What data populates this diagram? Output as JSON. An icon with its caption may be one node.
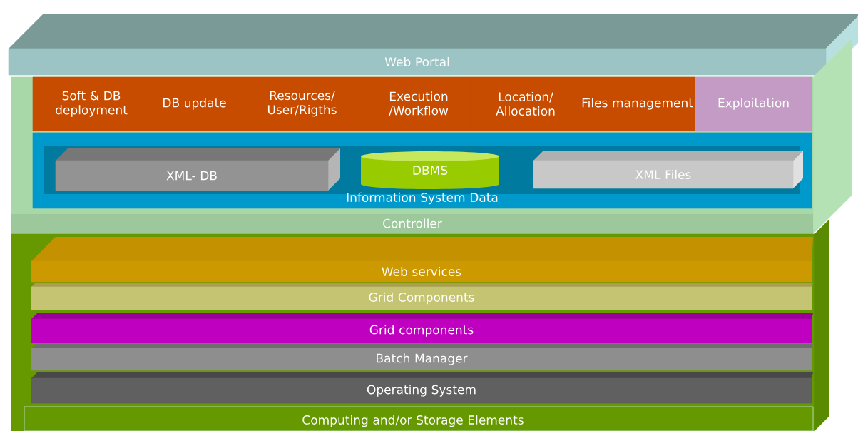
{
  "diagram": {
    "nodes": [
      {
        "text": [
          "Web Portal"
        ]
      },
      {
        "text": [
          "Controller"
        ]
      },
      {
        "text": [
          "Soft & DB deployment"
        ],
        "in": 1
      },
      {
        "text": [
          "DB update"
        ],
        "in": 1
      },
      {
        "text": [
          "Resources/ User/Rigths"
        ],
        "in": 1
      },
      {
        "text": [
          "Execution /Workflow"
        ],
        "in": 1
      },
      {
        "text": [
          "Location/ Allocation"
        ],
        "in": 1
      },
      {
        "text": [
          "Files management"
        ],
        "in": 1
      },
      {
        "text": [
          "Exploitation"
        ],
        "in": 1
      },
      {
        "text": [
          "Information System Data"
        ],
        "in": 1
      },
      {
        "text": [
          "XML- DB"
        ],
        "in": 9
      },
      {
        "text": [
          "DBMS"
        ],
        "in": 9
      },
      {
        "text": [
          "XML Files"
        ],
        "in": 9
      },
      {
        "text": [
          "Computing and/or Storage Elements"
        ]
      },
      {
        "text": [
          "Web services"
        ],
        "in": 13
      },
      {
        "text": [
          "Grid Components"
        ],
        "in": 13
      },
      {
        "text": [
          "Grid components"
        ],
        "in": 13
      },
      {
        "text": [
          "Batch Manager"
        ],
        "in": 13
      },
      {
        "text": [
          "Operating System"
        ],
        "in": 13
      }
    ]
  }
}
